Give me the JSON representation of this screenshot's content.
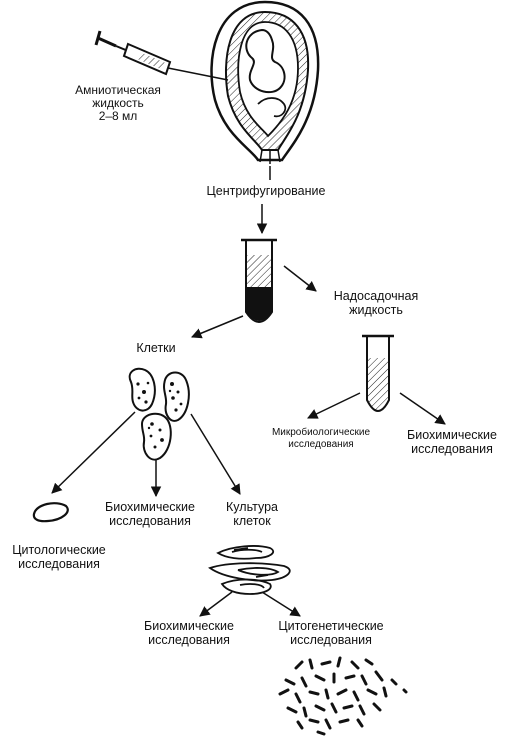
{
  "labels": {
    "amniotic_fluid": "Амниотическая",
    "amniotic_fluid_2": "жидкость",
    "volume": "2–8 мл",
    "centrifugation": "Центрифугирование",
    "supernatant_1": "Надосадочная",
    "supernatant_2": "жидкость",
    "cells": "Клетки",
    "microbio_1": "Микробиологические",
    "microbio_2": "исследования",
    "biochem_top_1": "Биохимические",
    "biochem_top_2": "исследования",
    "biochem_mid_1": "Биохимические",
    "biochem_mid_2": "исследования",
    "culture_1": "Культура",
    "culture_2": "клеток",
    "cytology_1": "Цитологические",
    "cytology_2": "исследования",
    "biochem_bot_1": "Биохимические",
    "biochem_bot_2": "исследования",
    "cytogen_1": "Цитогенетические",
    "cytogen_2": "исследования"
  }
}
